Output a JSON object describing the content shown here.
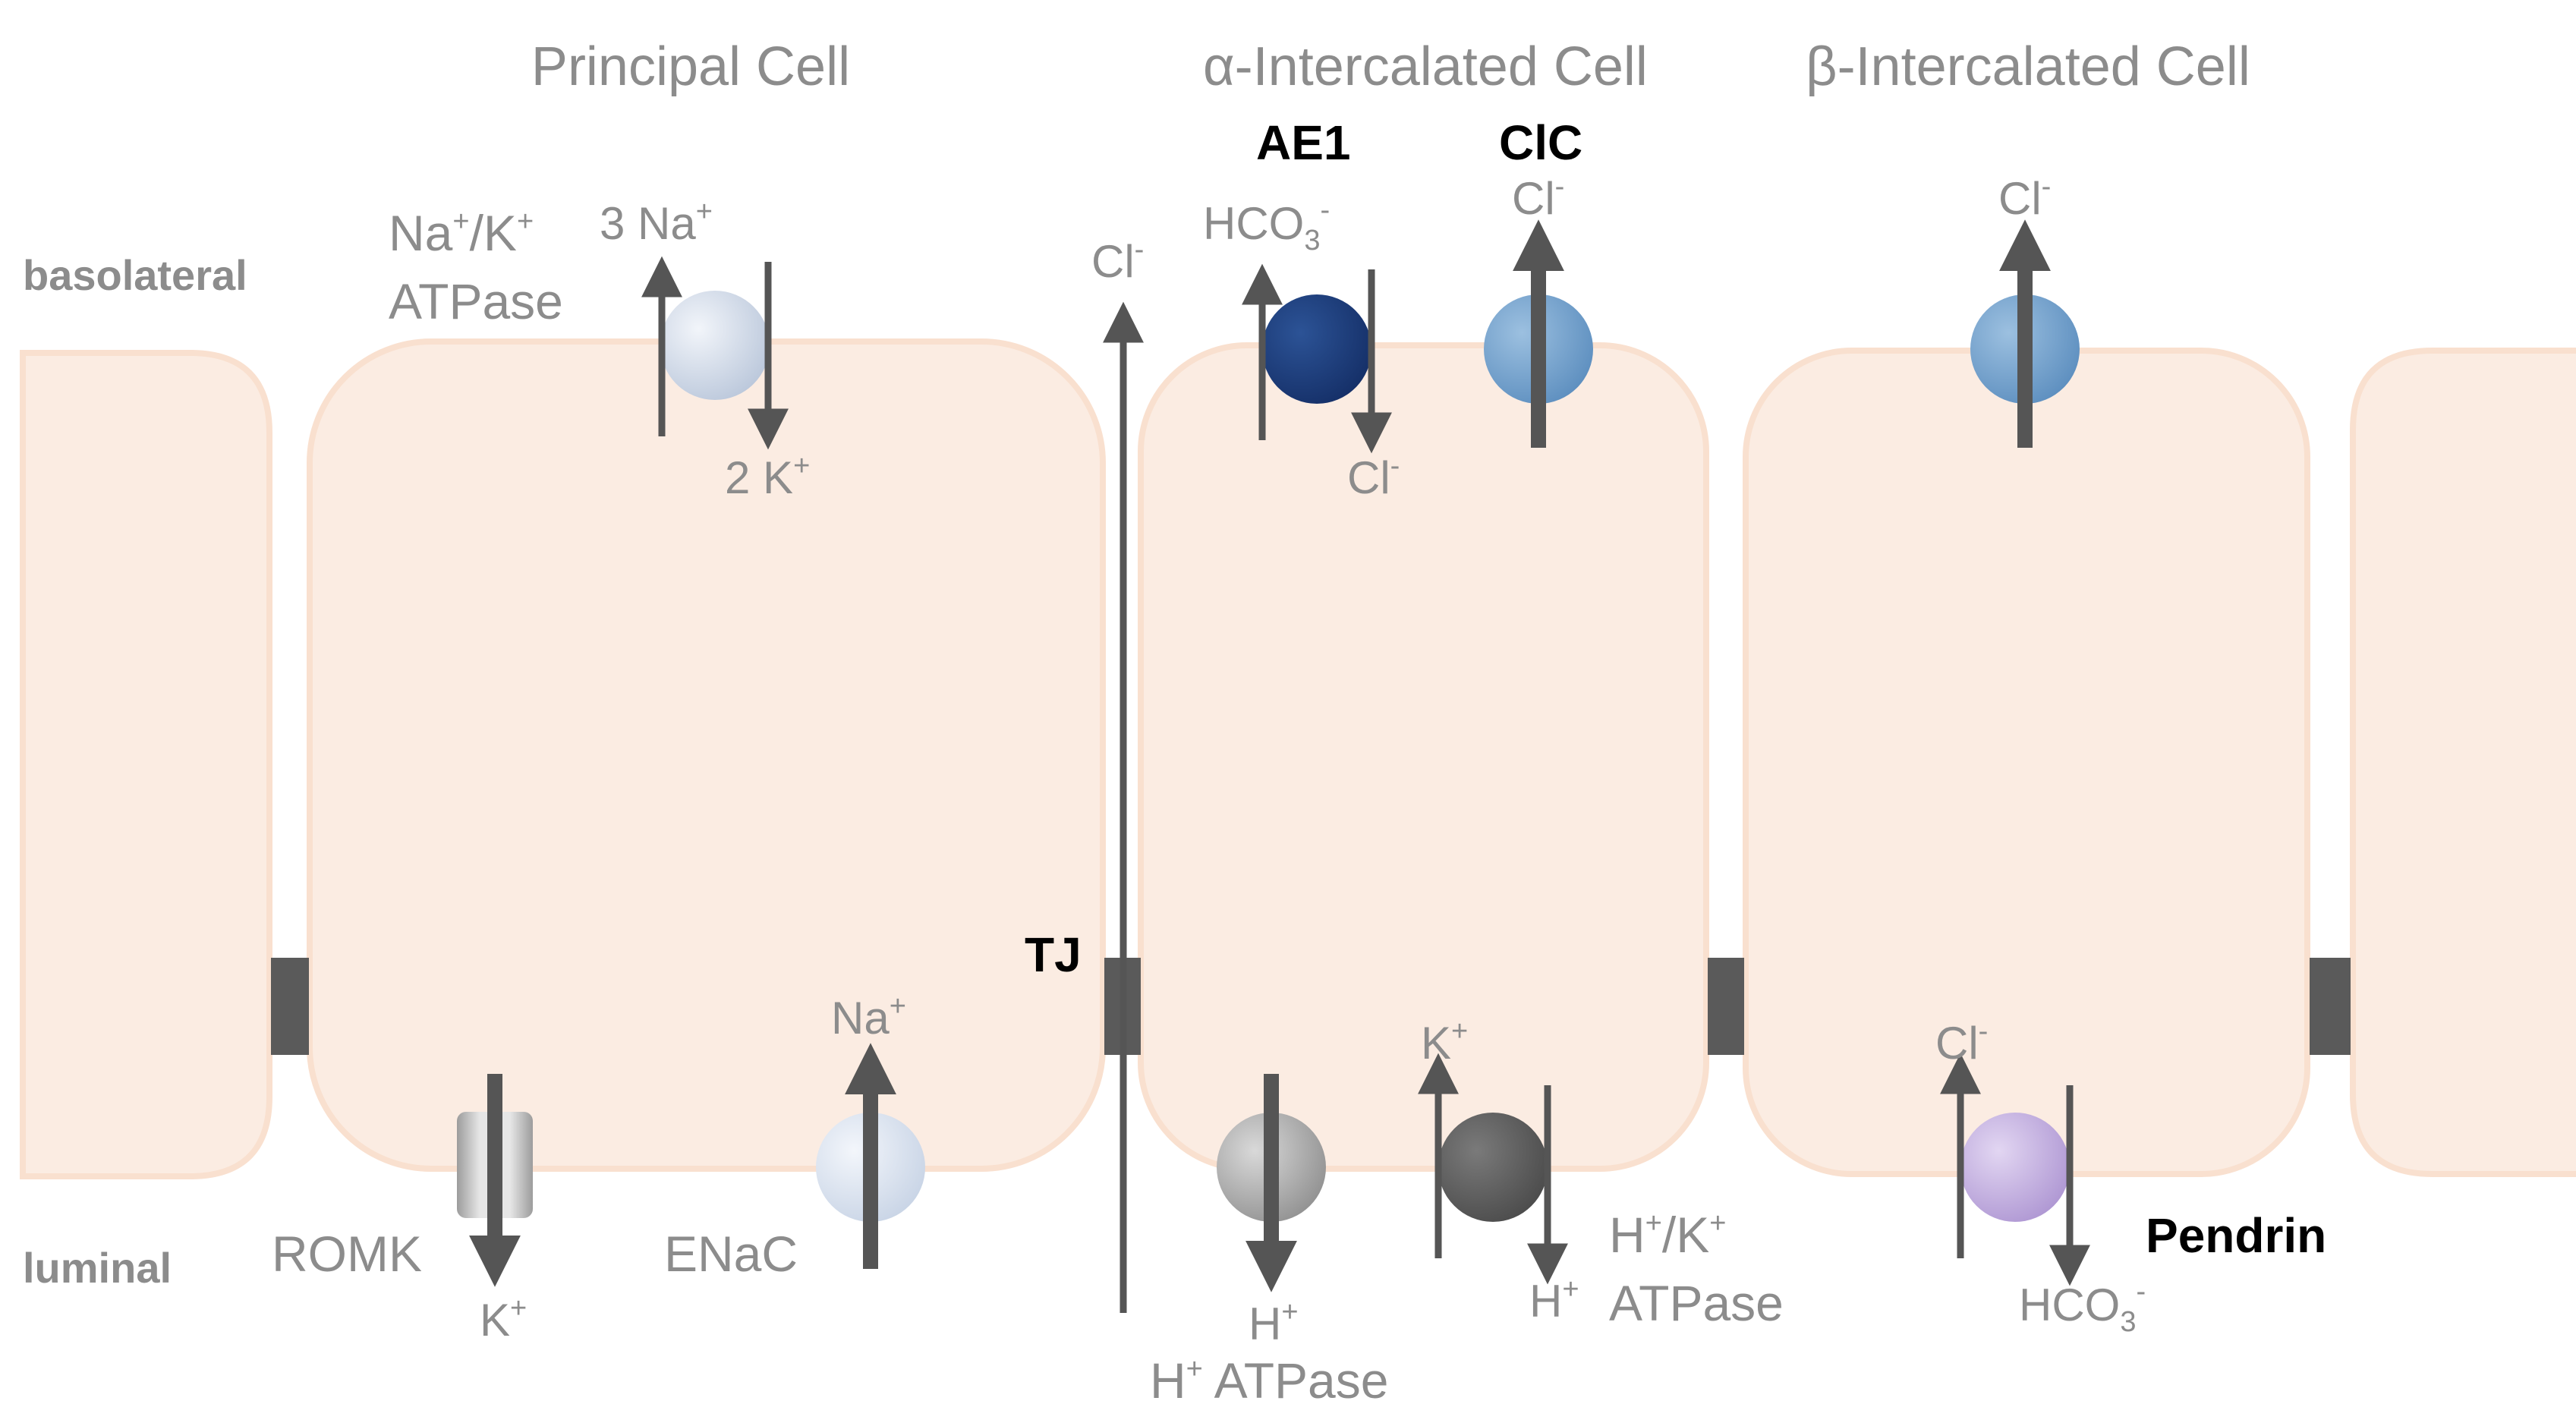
{
  "titles": {
    "principal": "Principal Cell",
    "alpha": "α-Intercalated Cell",
    "beta": "β-Intercalated Cell"
  },
  "sides": {
    "basolateral": "basolateral",
    "luminal": "luminal"
  },
  "principal": {
    "nak_name_1": "Na",
    "nak_sup_1": "+",
    "nak_name_2": "/K",
    "nak_sup_2": "+",
    "nak_name_3": "ATPase",
    "na_out": "3 Na",
    "na_out_sup": "+",
    "k_in": "2 K",
    "k_in_sup": "+",
    "romk": "ROMK",
    "romk_k": "K",
    "romk_k_sup": "+",
    "enac": "ENaC",
    "enac_na": "Na",
    "enac_na_sup": "+"
  },
  "paracellular": {
    "cl": "Cl",
    "cl_sup": "-",
    "tj": "TJ"
  },
  "alpha": {
    "ae1": "AE1",
    "clc": "ClC",
    "hco3": "HCO",
    "hco3_sub": "3",
    "hco3_sup": "-",
    "cl_in": "Cl",
    "cl_in_sup": "-",
    "cl_out": "Cl",
    "cl_out_sup": "-",
    "h_pump_h": "H",
    "h_pump_h_sup": "+",
    "h_pump_name": "H",
    "h_pump_name_sup": "+",
    "h_pump_name_2": " ATPase",
    "hk_k": "K",
    "hk_k_sup": "+",
    "hk_h": "H",
    "hk_h_sup": "+",
    "hk_name_1": "H",
    "hk_name_sup1": "+",
    "hk_name_2": "/K",
    "hk_name_sup2": "+",
    "hk_name_3": "ATPase"
  },
  "beta": {
    "cl_baso": "Cl",
    "cl_baso_sup": "-",
    "cl_lum": "Cl",
    "cl_lum_sup": "-",
    "hco3": "HCO",
    "hco3_sub": "3",
    "hco3_sup": "-",
    "pendrin": "Pendrin"
  },
  "colors": {
    "cell_fill": "#fbece2",
    "tight_junction": "#5a5a5a",
    "arrow": "#555555",
    "nak_pump": "#cfd8e6",
    "enac": "#d9e2ef",
    "ae1": "#1f3f7f",
    "clc": "#6f9fcc",
    "h_atpase": "#a8a8a8",
    "hk_atpase": "#5f5f5f",
    "pendrin": "#c6b3e0",
    "romk": "#bdbdbd"
  }
}
